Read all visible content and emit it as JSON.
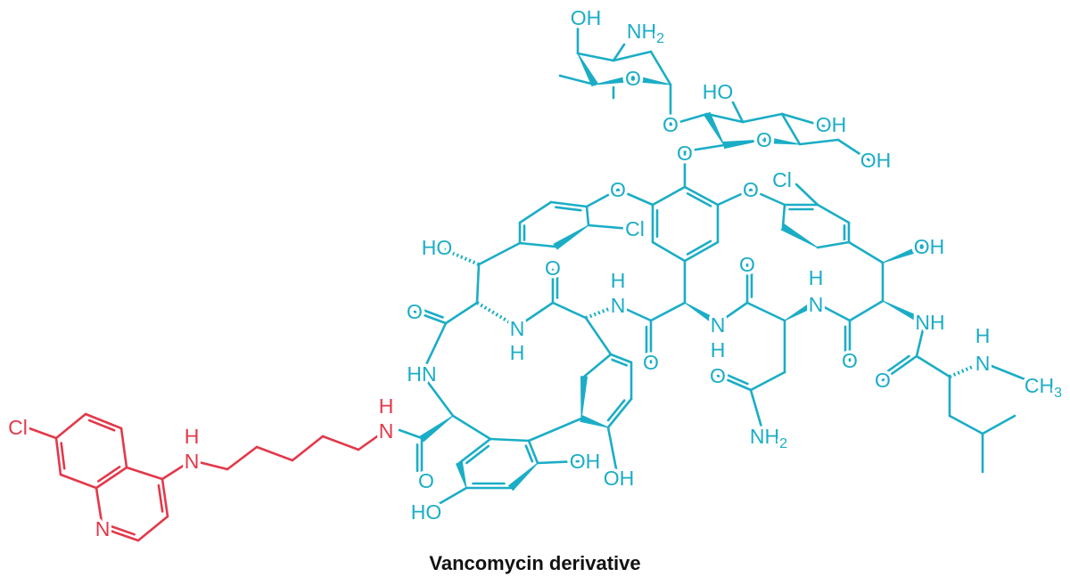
{
  "colors": {
    "vancomycin": "#1BADC6",
    "linker": "#E3384A",
    "title": "#111111"
  },
  "title": "Vancomycin derivative",
  "labels": {
    "oh_sugar_top": "OH",
    "nh2_sugar": "NH",
    "nh2_sugar_sub": "2",
    "o_ring1": "O",
    "o_glyco1": "O",
    "ho_sugar2": "HO",
    "oh_sugar2": "OH",
    "o_ring2": "O",
    "oh_ch2": "OH",
    "o_glyco2": "O",
    "o_ether_left": "O",
    "o_ether_right": "O",
    "cl_left": "Cl",
    "cl_right": "Cl",
    "ho_left": "HO",
    "oh_right": "OH",
    "o_c1": "O",
    "n_1": "N",
    "h_1": "H",
    "o_c2": "O",
    "n_2": "N",
    "h_2": "H",
    "o_c3": "O",
    "n_3": "N",
    "h_3": "H",
    "o_c4": "O",
    "n_4": "N",
    "h_4": "H",
    "o_c5": "O",
    "nh_5": "NH",
    "hn_left": "HN",
    "o_c6": "O",
    "oh_ringc": "OH",
    "oh_ringd": "OH",
    "ho_ringc": "HO",
    "o_amide": "O",
    "nh2_amide": "NH",
    "nh2_amide_sub": "2",
    "o_c7": "O",
    "n_me": "N",
    "h_me": "H",
    "ch3": "CH",
    "ch3_sub": "3",
    "cl_quin": "Cl",
    "n_quin": "N",
    "n_link1": "N",
    "h_link1": "H",
    "n_link2": "N",
    "h_link2": "H"
  }
}
